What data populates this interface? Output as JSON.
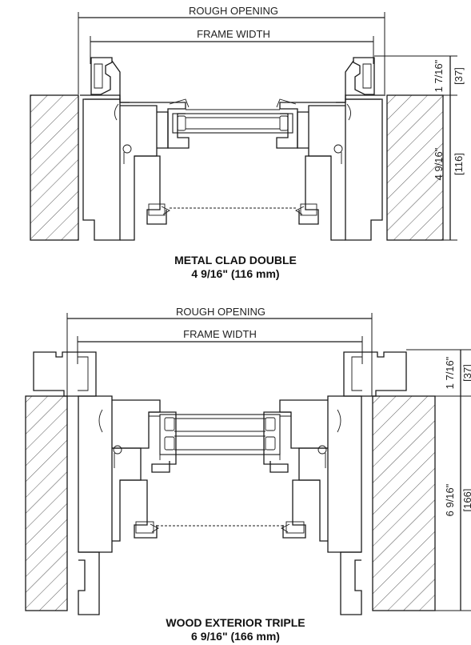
{
  "colors": {
    "line": "#1a1a1a",
    "hatch": "#555555",
    "text": "#111111"
  },
  "sections": [
    {
      "rough_opening_label": "ROUGH OPENING",
      "frame_width_label": "FRAME WIDTH",
      "dim_top_imperial": "1 7/16\"",
      "dim_top_metric": "[37]",
      "dim_bottom_imperial": "4 9/16\"",
      "dim_bottom_metric": "[116]",
      "caption_line1": "METAL CLAD DOUBLE",
      "caption_line2": "4 9/16\" (116 mm)"
    },
    {
      "rough_opening_label": "ROUGH OPENING",
      "frame_width_label": "FRAME WIDTH",
      "dim_top_imperial": "1 7/16\"",
      "dim_top_metric": "[37]",
      "dim_bottom_imperial": "6 9/16\"",
      "dim_bottom_metric": "[166]",
      "caption_line1": "WOOD EXTERIOR TRIPLE",
      "caption_line2": "6 9/16\" (166 mm)"
    }
  ]
}
